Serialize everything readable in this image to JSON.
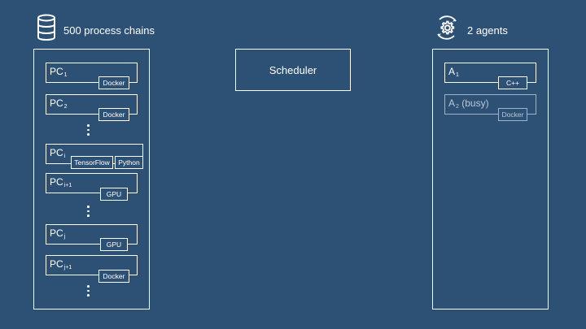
{
  "process_chains": {
    "header_label": "500 process chains",
    "icon": "database-icon",
    "cards": [
      {
        "name": "PC",
        "sub": "1",
        "tags": [
          "Docker"
        ]
      },
      {
        "name": "PC",
        "sub": "2",
        "tags": [
          "Docker"
        ]
      },
      {
        "name": "PC",
        "sub": "i",
        "tags": [
          "TensorFlow",
          "Python"
        ]
      },
      {
        "name": "PC",
        "sub": "i+1",
        "tags": [
          "GPU"
        ]
      },
      {
        "name": "PC",
        "sub": "j",
        "tags": [
          "GPU"
        ]
      },
      {
        "name": "PC",
        "sub": "j+1",
        "tags": [
          "Docker"
        ]
      }
    ]
  },
  "scheduler": {
    "label": "Scheduler"
  },
  "agents": {
    "header_label": "2 agents",
    "icon": "gear-cycle-icon",
    "cards": [
      {
        "name": "A",
        "sub": "1",
        "suffix": "",
        "tags": [
          "C++"
        ],
        "busy": false
      },
      {
        "name": "A",
        "sub": "2",
        "suffix": " (busy)",
        "tags": [
          "Docker"
        ],
        "busy": true
      }
    ]
  },
  "colors": {
    "background": "#2d5175",
    "foreground": "#ffffff",
    "muted": "#b8c8d8"
  }
}
